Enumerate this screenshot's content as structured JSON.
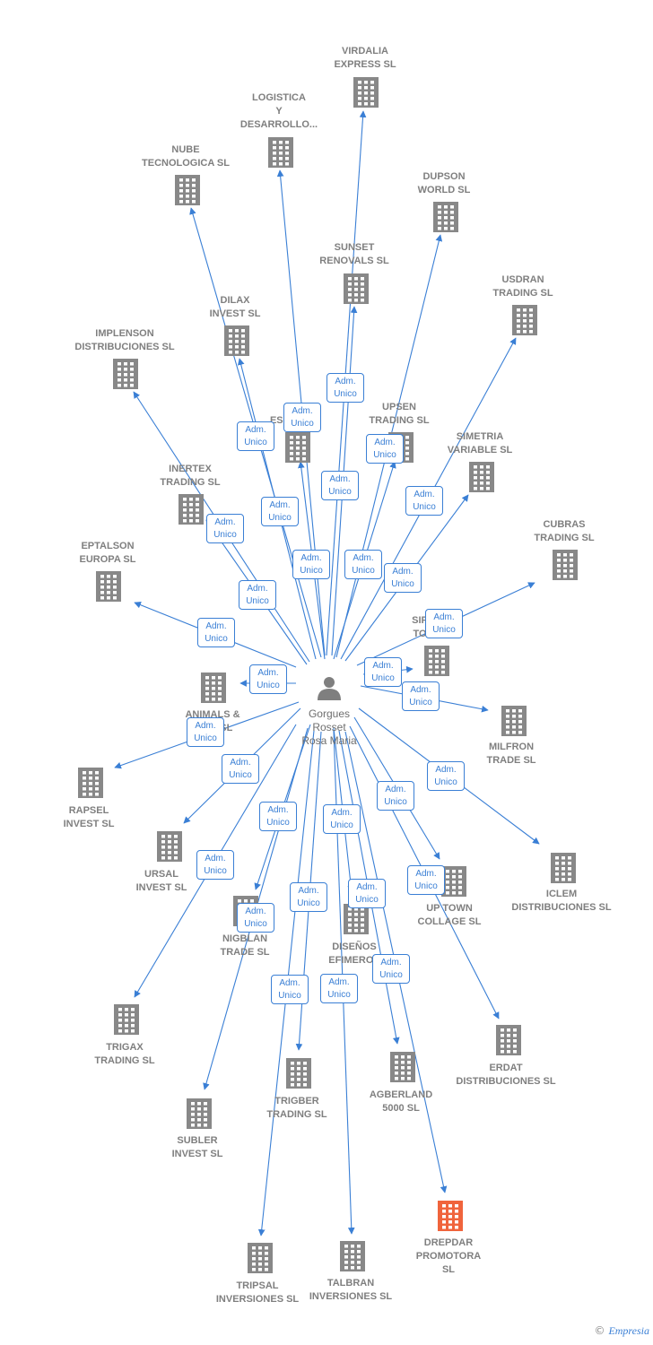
{
  "colors": {
    "edge": "#3a7fd5",
    "building": "#888888",
    "building_highlight": "#f0643c",
    "label": "#7f7f7f"
  },
  "center": {
    "name": "Gorgues\nRosset\nRosa Maria",
    "icon": "person-icon"
  },
  "relation_label": "Adm.\nUnico",
  "companies": [
    {
      "id": "virdalia",
      "name": "VIRDALIA\nEXPRESS SL"
    },
    {
      "id": "logistica",
      "name": "LOGISTICA\nY\nDESARROLLO..."
    },
    {
      "id": "nube",
      "name": "NUBE\nTECNOLOGICA SL"
    },
    {
      "id": "dupson",
      "name": "DUPSON\nWORLD SL"
    },
    {
      "id": "sunset",
      "name": "SUNSET\nRENOVALS SL"
    },
    {
      "id": "usdran",
      "name": "USDRAN\nTRADING SL"
    },
    {
      "id": "dilax",
      "name": "DILAX\nINVEST SL"
    },
    {
      "id": "implenson",
      "name": "IMPLENSON\nDISTRIBUCIONES SL"
    },
    {
      "id": "espsl",
      "name": "A\nESP    SL"
    },
    {
      "id": "upsen",
      "name": "UPSEN\nTRADING SL"
    },
    {
      "id": "simetria",
      "name": "SIMETRIA\nVARIABLE SL"
    },
    {
      "id": "inertex",
      "name": "INERTEX\nTRADING SL"
    },
    {
      "id": "cubras",
      "name": "CUBRAS\nTRADING SL"
    },
    {
      "id": "eptalson",
      "name": "EPTALSON\nEUROPA SL"
    },
    {
      "id": "sip",
      "name": "SIP\nTO"
    },
    {
      "id": "animals",
      "name": "ANIMALS &\n          SL"
    },
    {
      "id": "milfron",
      "name": "MILFRON\nTRADE SL"
    },
    {
      "id": "rapsel",
      "name": "RAPSEL\nINVEST SL"
    },
    {
      "id": "iclem",
      "name": "ICLEM\nDISTRIBUCIONES SL"
    },
    {
      "id": "ursal",
      "name": "URSAL\nINVEST SL"
    },
    {
      "id": "uptown",
      "name": "UP TOWN\nCOLLAGE SL"
    },
    {
      "id": "nigblan",
      "name": "NIGBLAN\nTRADE SL"
    },
    {
      "id": "disenos",
      "name": "DISEÑOS\nEFIMEROS"
    },
    {
      "id": "trigax",
      "name": "TRIGAX\nTRADING SL"
    },
    {
      "id": "erdat",
      "name": "ERDAT\nDISTRIBUCIONES SL"
    },
    {
      "id": "agberland",
      "name": "AGBERLAND\n5000 SL"
    },
    {
      "id": "trigber",
      "name": "TRIGBER\nTRADING SL"
    },
    {
      "id": "subler",
      "name": "SUBLER\nINVEST SL"
    },
    {
      "id": "drepdar",
      "name": "DREPDAR\nPROMOTORA\nSL",
      "highlight": true
    },
    {
      "id": "tripsal",
      "name": "TRIPSAL\nINVERSIONES SL"
    },
    {
      "id": "talbran",
      "name": "TALBRAN\nINVERSIONES SL"
    }
  ],
  "footer": {
    "copyright_symbol": "©",
    "brand": "Empresia"
  }
}
